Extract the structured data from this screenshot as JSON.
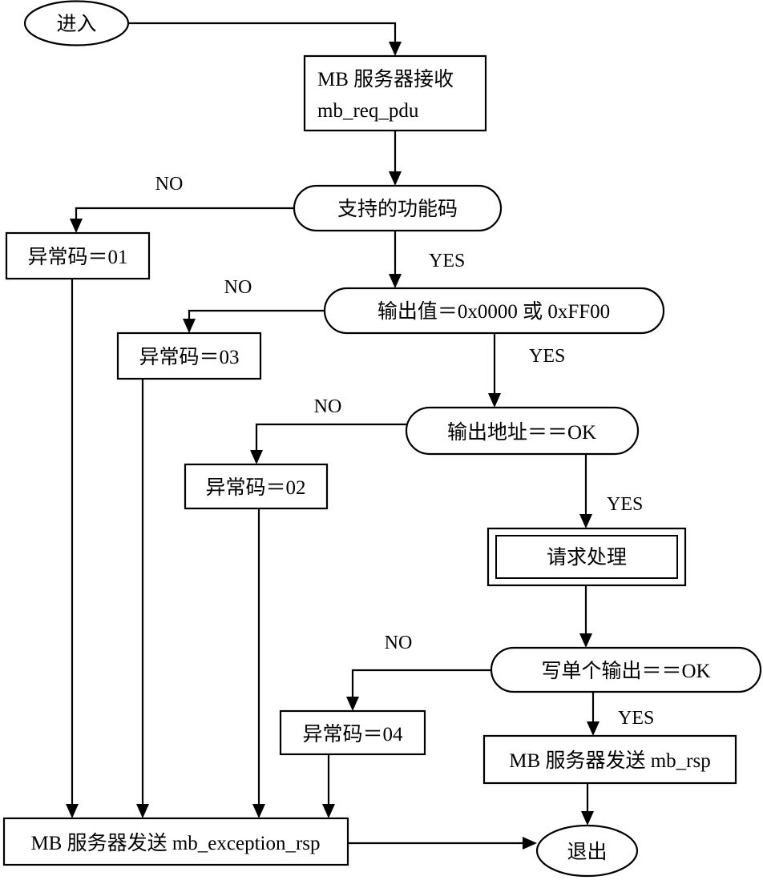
{
  "diagram": {
    "title": "Modbus write single coil server request processing flowchart",
    "type": "flowchart",
    "colors": {
      "stroke": "#000000",
      "fill": "#ffffff",
      "text": "#000000"
    },
    "nodes": [
      {
        "id": "start",
        "shape": "ellipse",
        "label": "进入"
      },
      {
        "id": "recv",
        "shape": "process",
        "label_line1": "MB 服务器接收",
        "label_line2": "mb_req_pdu"
      },
      {
        "id": "func_code",
        "shape": "decision",
        "label": "支持的功能码"
      },
      {
        "id": "exc01",
        "shape": "process",
        "label": "异常码＝01"
      },
      {
        "id": "out_value",
        "shape": "decision",
        "label": "输出值＝0x0000 或 0xFF00"
      },
      {
        "id": "exc03",
        "shape": "process",
        "label": "异常码＝03"
      },
      {
        "id": "out_addr",
        "shape": "decision",
        "label": "输出地址＝＝OK"
      },
      {
        "id": "exc02",
        "shape": "process",
        "label": "异常码＝02"
      },
      {
        "id": "handle_req",
        "shape": "subroutine",
        "label": "请求处理"
      },
      {
        "id": "write_coil",
        "shape": "decision",
        "label": "写单个输出＝＝OK"
      },
      {
        "id": "exc04",
        "shape": "process",
        "label": "异常码＝04"
      },
      {
        "id": "send_rsp",
        "shape": "process",
        "label": "MB 服务器发送 mb_rsp"
      },
      {
        "id": "send_exc_rsp",
        "shape": "process",
        "label": "MB 服务器发送 mb_exception_rsp"
      },
      {
        "id": "end",
        "shape": "ellipse",
        "label": "退出"
      }
    ],
    "edge_labels": {
      "no_func_code": "NO",
      "yes_func_code": "YES",
      "no_out_value": "NO",
      "yes_out_value": "YES",
      "no_out_addr": "NO",
      "yes_out_addr": "YES",
      "no_write_coil": "NO",
      "yes_write_coil": "YES"
    },
    "edges": [
      {
        "from": "start",
        "to": "recv",
        "label": ""
      },
      {
        "from": "recv",
        "to": "func_code",
        "label": ""
      },
      {
        "from": "func_code",
        "to": "exc01",
        "label": "NO"
      },
      {
        "from": "func_code",
        "to": "out_value",
        "label": "YES"
      },
      {
        "from": "out_value",
        "to": "exc03",
        "label": "NO"
      },
      {
        "from": "out_value",
        "to": "out_addr",
        "label": "YES"
      },
      {
        "from": "out_addr",
        "to": "exc02",
        "label": "NO"
      },
      {
        "from": "out_addr",
        "to": "handle_req",
        "label": "YES"
      },
      {
        "from": "handle_req",
        "to": "write_coil",
        "label": ""
      },
      {
        "from": "write_coil",
        "to": "exc04",
        "label": "NO"
      },
      {
        "from": "write_coil",
        "to": "send_rsp",
        "label": "YES"
      },
      {
        "from": "exc01",
        "to": "send_exc_rsp",
        "label": ""
      },
      {
        "from": "exc03",
        "to": "send_exc_rsp",
        "label": ""
      },
      {
        "from": "exc02",
        "to": "send_exc_rsp",
        "label": ""
      },
      {
        "from": "exc04",
        "to": "send_exc_rsp",
        "label": ""
      },
      {
        "from": "send_rsp",
        "to": "end",
        "label": ""
      },
      {
        "from": "send_exc_rsp",
        "to": "end",
        "label": ""
      }
    ]
  }
}
